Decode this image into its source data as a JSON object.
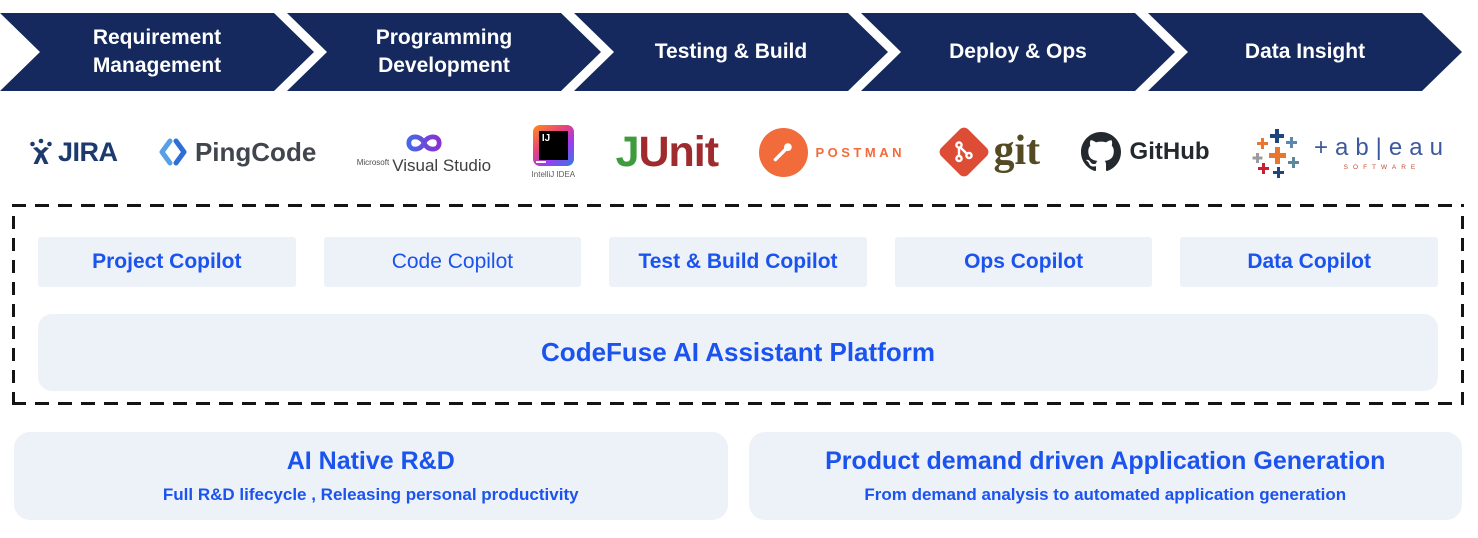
{
  "colors": {
    "navy": "#15295e",
    "blue": "#1b53ee",
    "panel_bg": "#edf1f8",
    "dash": "#141414"
  },
  "pipeline": {
    "stages": [
      {
        "label": "Requirement Management"
      },
      {
        "label": "Programming Development"
      },
      {
        "label": "Testing & Build"
      },
      {
        "label": "Deploy & Ops"
      },
      {
        "label": "Data Insight"
      }
    ]
  },
  "tools": {
    "jira": {
      "name": "JIRA"
    },
    "pingcode": {
      "name": "PingCode"
    },
    "visual_studio": {
      "brand": "Microsoft",
      "name": "Visual Studio"
    },
    "intellij": {
      "monogram": "IJ",
      "caption": "IntelliJ IDEA"
    },
    "junit": {
      "part1": "J",
      "part2": "Unit"
    },
    "postman": {
      "name": "POSTMAN"
    },
    "git": {
      "name": "git"
    },
    "github": {
      "name": "GitHub"
    },
    "tableau": {
      "wordmark": "+ab|eau",
      "caption": "SOFTWARE"
    }
  },
  "copilots": [
    {
      "label": "Project Copilot"
    },
    {
      "label": "Code Copilot"
    },
    {
      "label": "Test & Build Copilot"
    },
    {
      "label": "Ops Copilot"
    },
    {
      "label": "Data Copilot"
    }
  ],
  "platform": {
    "label": "CodeFuse AI Assistant Platform"
  },
  "benefits": [
    {
      "title": "AI Native R&D",
      "subtitle": "Full R&D lifecycle , Releasing personal productivity"
    },
    {
      "title": "Product demand driven Application Generation",
      "subtitle": "From demand analysis to automated application generation"
    }
  ]
}
